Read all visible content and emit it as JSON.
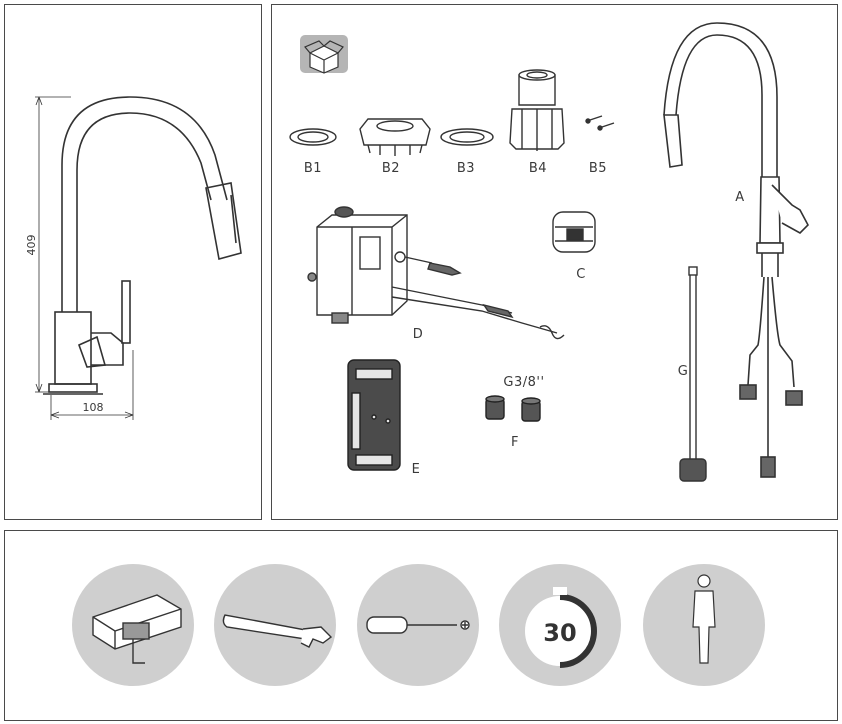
{
  "dimensions": {
    "height": "409",
    "width": "108"
  },
  "parts": {
    "A": "A",
    "B1": "B1",
    "B2": "B2",
    "B3": "B3",
    "B4": "B4",
    "B5": "B5",
    "C": "C",
    "D": "D",
    "E": "E",
    "F": "F",
    "F_thread": "G3/8''",
    "G": "G"
  },
  "tools": {
    "timer_minutes": "30",
    "icons": [
      "box-icon",
      "clamp-icon",
      "wrench-icon",
      "screwdriver-icon",
      "timer-icon",
      "person-icon"
    ]
  }
}
